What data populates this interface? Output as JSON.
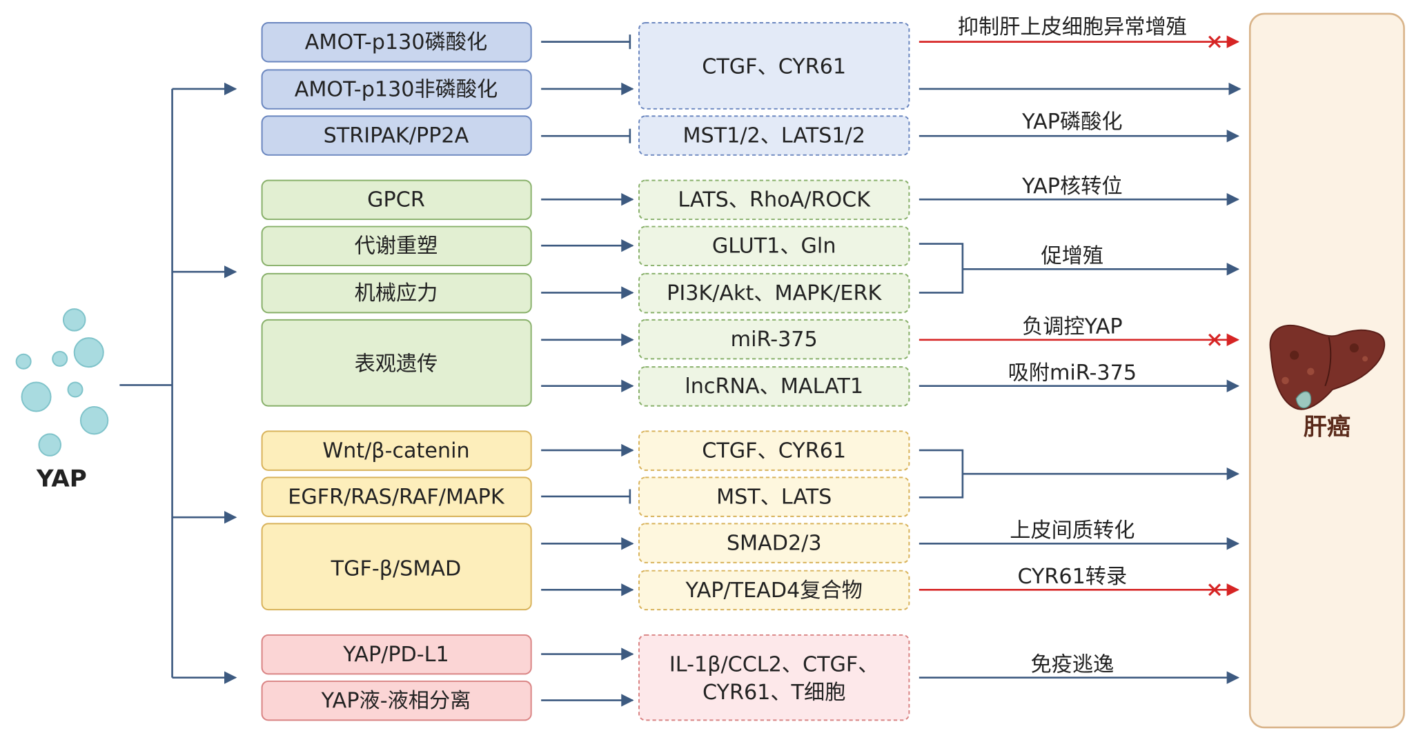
{
  "source": {
    "label": "YAP"
  },
  "target": {
    "label": "肝癌"
  },
  "colors": {
    "blue_fill": "#c9d6ee",
    "blue_stroke": "#6a86bf",
    "blue_mid_fill": "#e3eaf7",
    "green_fill": "#e2efd2",
    "green_stroke": "#88b06a",
    "green_mid_fill": "#eef5e4",
    "yellow_fill": "#fdeebb",
    "yellow_stroke": "#d8b25a",
    "yellow_mid_fill": "#fef7de",
    "red_fill": "#fbd5d5",
    "red_stroke": "#d98383",
    "red_mid_fill": "#fde8ea",
    "arrow_blue": "#3d5a80",
    "arrow_red": "#d62424",
    "target_fill": "#fcf2e4",
    "target_stroke": "#d9b48a",
    "bubble": "#a9dbe0"
  },
  "groups": [
    {
      "name": "blue",
      "inputs": [
        {
          "label": "AMOT-p130磷酸化"
        },
        {
          "label": "AMOT-p130非磷酸化"
        },
        {
          "label": "STRIPAK/PP2A"
        }
      ],
      "mids": [
        {
          "label": "CTGF、CYR61"
        },
        {
          "label": "MST1/2、LATS1/2"
        }
      ],
      "edges": [
        {
          "label": "抑制肝上皮细胞异常增殖"
        },
        {
          "label": ""
        },
        {
          "label": "YAP磷酸化"
        }
      ]
    },
    {
      "name": "green",
      "inputs": [
        {
          "label": "GPCR"
        },
        {
          "label": "代谢重塑"
        },
        {
          "label": "机械应力"
        },
        {
          "label": "表观遗传"
        }
      ],
      "mids": [
        {
          "label": "LATS、RhoA/ROCK"
        },
        {
          "label": "GLUT1、Gln"
        },
        {
          "label": "PI3K/Akt、MAPK/ERK"
        },
        {
          "label": "miR-375"
        },
        {
          "label": "lncRNA、MALAT1"
        }
      ],
      "edges": [
        {
          "label": "YAP核转位"
        },
        {
          "label": "促增殖"
        },
        {
          "label": "负调控YAP"
        },
        {
          "label": "吸附miR-375"
        }
      ]
    },
    {
      "name": "yellow",
      "inputs": [
        {
          "label": "Wnt/β-catenin"
        },
        {
          "label": "EGFR/RAS/RAF/MAPK"
        },
        {
          "label": "TGF-β/SMAD"
        }
      ],
      "mids": [
        {
          "label": "CTGF、CYR61"
        },
        {
          "label": "MST、LATS"
        },
        {
          "label": "SMAD2/3"
        },
        {
          "label": "YAP/TEAD4复合物"
        }
      ],
      "edges": [
        {
          "label": ""
        },
        {
          "label": "上皮间质转化"
        },
        {
          "label": "CYR61转录"
        }
      ]
    },
    {
      "name": "red",
      "inputs": [
        {
          "label": "YAP/PD-L1"
        },
        {
          "label": "YAP液-液相分离"
        }
      ],
      "mids": [
        {
          "label_line1": "IL-1β/CCL2、CTGF、",
          "label_line2": "CYR61、T细胞"
        }
      ],
      "edges": [
        {
          "label": "免疫逃逸"
        }
      ]
    }
  ]
}
